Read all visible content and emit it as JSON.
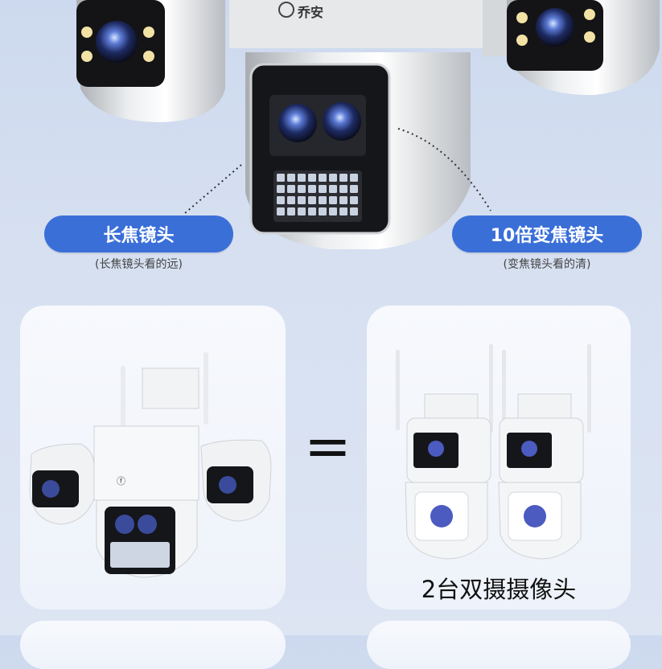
{
  "brand": "乔安",
  "top_labels": {
    "left": {
      "title": "长焦镜头",
      "subtitle": "(长焦镜头看的远)"
    },
    "right": {
      "title": "10倍变焦镜头",
      "subtitle": "(变焦镜头看的清)"
    }
  },
  "comparison": {
    "equals_sign": "=",
    "right_caption": "2台双摄摄像头"
  }
}
